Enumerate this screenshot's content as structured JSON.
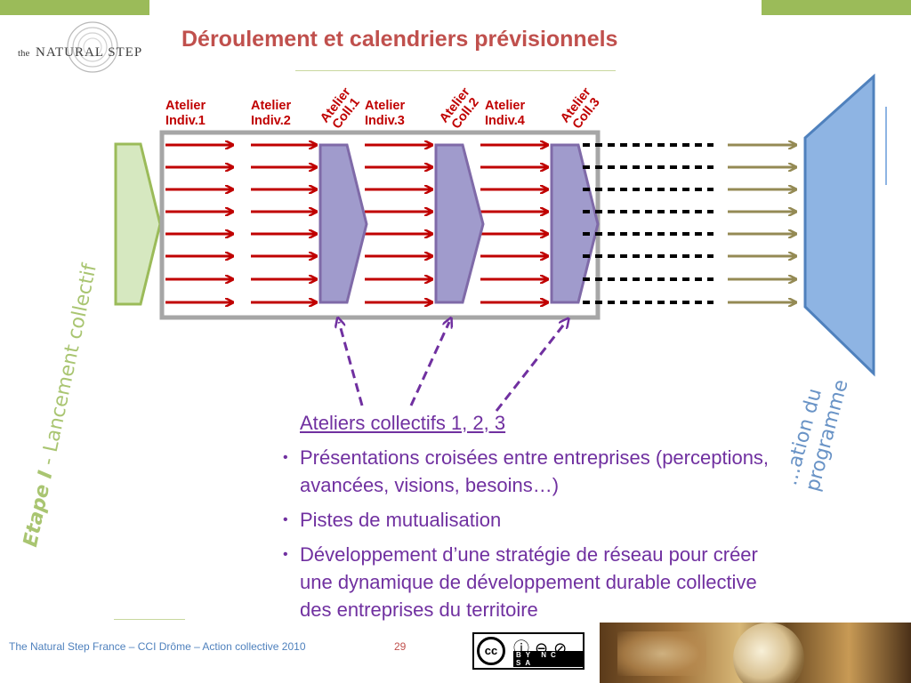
{
  "header": {
    "title": "Déroulement et calendriers prévisionnels",
    "logo_small": "the",
    "logo_main": "NATURAL STEP"
  },
  "diagram": {
    "labels": {
      "indiv1_a": "Atelier",
      "indiv1_b": "Indiv.1",
      "indiv2_a": "Atelier",
      "indiv2_b": "Indiv.2",
      "indiv3_a": "Atelier",
      "indiv3_b": "Indiv.3",
      "indiv4_a": "Atelier",
      "indiv4_b": "Indiv.4",
      "coll1_a": "Atelier",
      "coll1_b": "Coll.1",
      "coll2_a": "Atelier",
      "coll2_b": "Coll.2",
      "coll3_a": "Atelier",
      "coll3_b": "Coll.3"
    },
    "left_caption_bold": "Etape I",
    "left_caption_rest": " - Lancement collectif",
    "right_caption_line1": "...ation du",
    "right_caption_line2": "programme",
    "colors": {
      "red_arrow": "#c00000",
      "purple_fill": "#a09bcc",
      "purple_stroke": "#7f6aa8",
      "green_fill": "#d6e8c0",
      "green_stroke": "#9bbb59",
      "olive_arrow": "#948a54",
      "blue_fill": "#8eb4e3",
      "blue_stroke": "#4f81bd",
      "gray_frame": "#a6a6a6",
      "dashed": "#7030a0"
    }
  },
  "notes": {
    "title": "Ateliers collectifs 1, 2, 3",
    "items": [
      "Présentations croisées  entre entreprises (perceptions, avancées, visions, besoins…)",
      "Pistes de mutualisation",
      "Développement d’une stratégie de réseau pour créer une dynamique de développement durable collective des entreprises du territoire"
    ]
  },
  "footer": {
    "text": "The Natural Step France – CCI Drôme – Action collective  2010",
    "page": "29",
    "license_cc": "cc",
    "license_tags": "BY NC SA",
    "license_icons": "ⓘ⊖⊘"
  }
}
